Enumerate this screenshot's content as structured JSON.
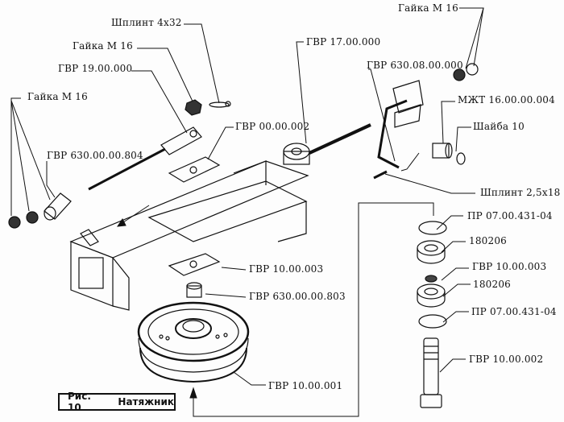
{
  "figure": {
    "number": "Рис. 10",
    "title": "Натяжник"
  },
  "labels": {
    "cotter_4x32": "Шплинт 4х32",
    "nut_m16_a": "Гайка М 16",
    "gvr_19": "ГВР 19.00.000",
    "nut_m16_left": "Гайка М 16",
    "gvr_630_804": "ГВР 630.00.00.804",
    "gvr_00_002": "ГВР 00.00.002",
    "gvr_17": "ГВР 17.00.000",
    "nut_m16_right": "Гайка М 16",
    "gvr_630_08": "ГВР 630.08.00.000",
    "mzht_16": "МЖТ 16.00.00.004",
    "washer_10": "Шайба 10",
    "cotter_25x18": "Шплинт 2,5х18",
    "ring_top": "ПР 07.00.431-04",
    "bearing_top": "180206",
    "gvr_10_003_right": "ГВР 10.00.003",
    "bearing_bottom": "180206",
    "ring_bottom": "ПР 07.00.431-04",
    "gvr_10_002": "ГВР 10.00.002",
    "gvr_10_003_left": "ГВР 10.00.003",
    "gvr_630_803": "ГВР 630.00.00.803",
    "gvr_10_001": "ГВР 10.00.001"
  }
}
